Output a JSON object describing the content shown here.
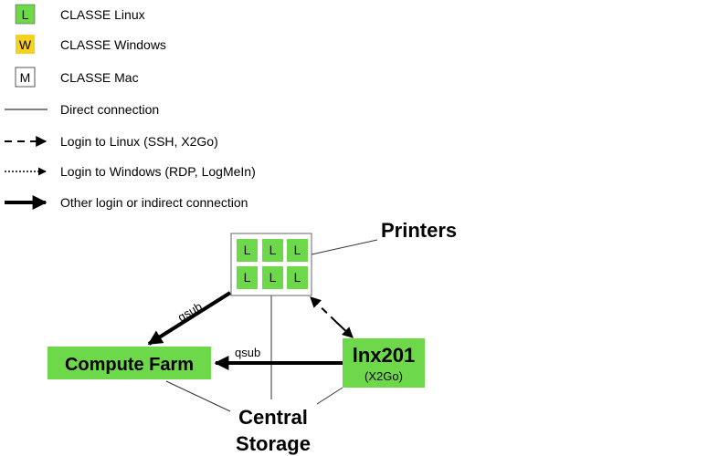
{
  "legend": {
    "linux": {
      "letter": "L",
      "label": "CLASSE Linux"
    },
    "windows": {
      "letter": "W",
      "label": "CLASSE Windows"
    },
    "mac": {
      "letter": "M",
      "label": "CLASSE Mac"
    },
    "direct": {
      "label": "Direct connection"
    },
    "ssh": {
      "label": "Login to Linux (SSH, X2Go)"
    },
    "rdp": {
      "label": "Login to Windows (RDP, LogMeIn)"
    },
    "other": {
      "label": "Other login or indirect connection"
    }
  },
  "cluster": {
    "cells": [
      "L",
      "L",
      "L",
      "L",
      "L",
      "L"
    ]
  },
  "nodes": {
    "printers": "Printers",
    "compute_farm": "Compute Farm",
    "lnx201_name": "lnx201",
    "lnx201_sub": "(X2Go)",
    "central_storage_line1": "Central",
    "central_storage_line2": "Storage"
  },
  "edges": {
    "qsub_cluster": "qsub",
    "qsub_lnx": "qsub"
  },
  "colors": {
    "linux_green": "#6ed84b",
    "windows_yellow": "#f6d21f",
    "line": "#000000",
    "thin_line": "#333333"
  }
}
